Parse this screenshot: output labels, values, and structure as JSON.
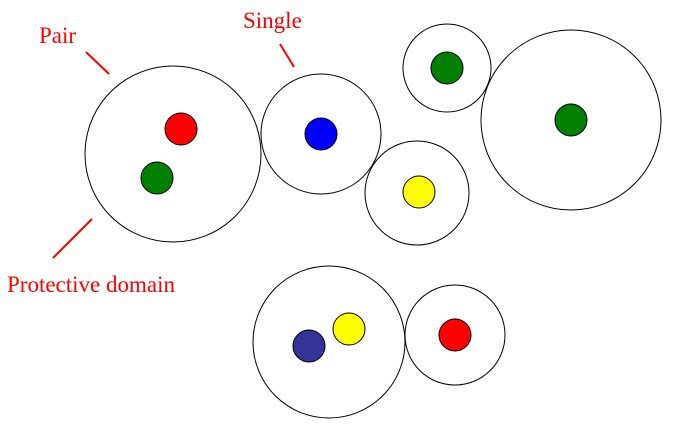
{
  "colors": {
    "label": "#ff0000",
    "red": "#ff0000",
    "green": "#008000",
    "blue": "#0000ff",
    "yellow": "#ffff00",
    "dark_blue": "#333399",
    "outline": "#000000",
    "background": "#ffffff"
  },
  "labels": {
    "pair": "Pair",
    "single": "Single",
    "protective_domain": "Protective domain"
  },
  "domains": [
    {
      "name": "pair-domain",
      "particles": [
        "red",
        "green"
      ]
    },
    {
      "name": "single-domain",
      "particles": [
        "blue"
      ]
    },
    {
      "name": "small-domain-top",
      "particles": [
        "green"
      ]
    },
    {
      "name": "yellow-domain",
      "particles": [
        "yellow"
      ]
    },
    {
      "name": "large-domain-right",
      "particles": [
        "green"
      ]
    },
    {
      "name": "bottom-pair-domain",
      "particles": [
        "dark_blue",
        "yellow"
      ]
    },
    {
      "name": "bottom-single-domain",
      "particles": [
        "red"
      ]
    }
  ]
}
